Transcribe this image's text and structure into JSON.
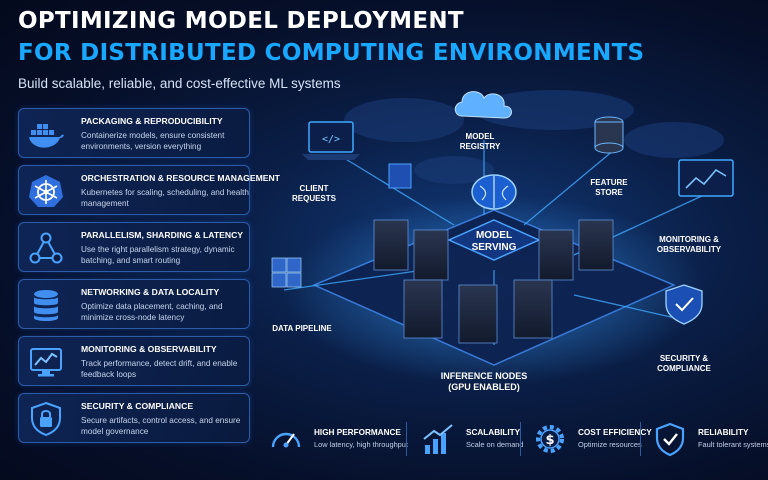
{
  "header": {
    "title_line1": "OPTIMIZING MODEL DEPLOYMENT",
    "title_line2": "FOR DISTRIBUTED COMPUTING ENVIRONMENTS",
    "subtitle": "Build scalable, reliable, and cost-effective ML systems"
  },
  "panels": [
    {
      "title": "PACKAGING & REPRODUCIBILITY",
      "desc": "Containerize models, ensure consistent environments, version everything",
      "icon": "docker-whale-icon"
    },
    {
      "title": "ORCHESTRATION & RESOURCE MANAGEMENT",
      "desc": "Kubernetes for scaling, scheduling, and health management",
      "icon": "kubernetes-helm-icon"
    },
    {
      "title": "PARALLELISM, SHARDING & LATENCY",
      "desc": "Use the right parallelism strategy, dynamic batching, and smart routing",
      "icon": "network-nodes-icon"
    },
    {
      "title": "NETWORKING & DATA LOCALITY",
      "desc": "Optimize data placement, caching, and minimize cross-node latency",
      "icon": "database-icon"
    },
    {
      "title": "MONITORING & OBSERVABILITY",
      "desc": "Track performance, detect drift, and enable feedback loops",
      "icon": "monitor-chart-icon"
    },
    {
      "title": "SECURITY & COMPLIANCE",
      "desc": "Secure artifacts, control access, and ensure model governance",
      "icon": "shield-lock-icon"
    }
  ],
  "diagram": {
    "model_registry": "MODEL\nREGISTRY",
    "client_requests": "CLIENT\nREQUESTS",
    "feature_store": "FEATURE\nSTORE",
    "model_serving_line1": "MODEL",
    "model_serving_line2": "SERVING",
    "monitoring": "MONITORING &\nOBSERVABILITY",
    "data_pipeline": "DATA PIPELINE",
    "inference_nodes": "INFERENCE NODES\n(GPU ENABLED)",
    "security": "SECURITY &\nCOMPLIANCE"
  },
  "bottom": [
    {
      "title": "HIGH PERFORMANCE",
      "desc": "Low latency, high throughput",
      "icon": "speedometer-icon"
    },
    {
      "title": "SCALABILITY",
      "desc": "Scale on demand",
      "icon": "growth-bars-icon"
    },
    {
      "title": "COST EFFICIENCY",
      "desc": "Optimize resources",
      "icon": "dollar-gear-icon"
    },
    {
      "title": "RELIABILITY",
      "desc": "Fault tolerant systems",
      "icon": "shield-check-icon"
    }
  ],
  "colors": {
    "accent": "#19a8ff",
    "background": "#060f29",
    "panel_border": "#2c5ba8",
    "glow": "#3fa9ff"
  }
}
